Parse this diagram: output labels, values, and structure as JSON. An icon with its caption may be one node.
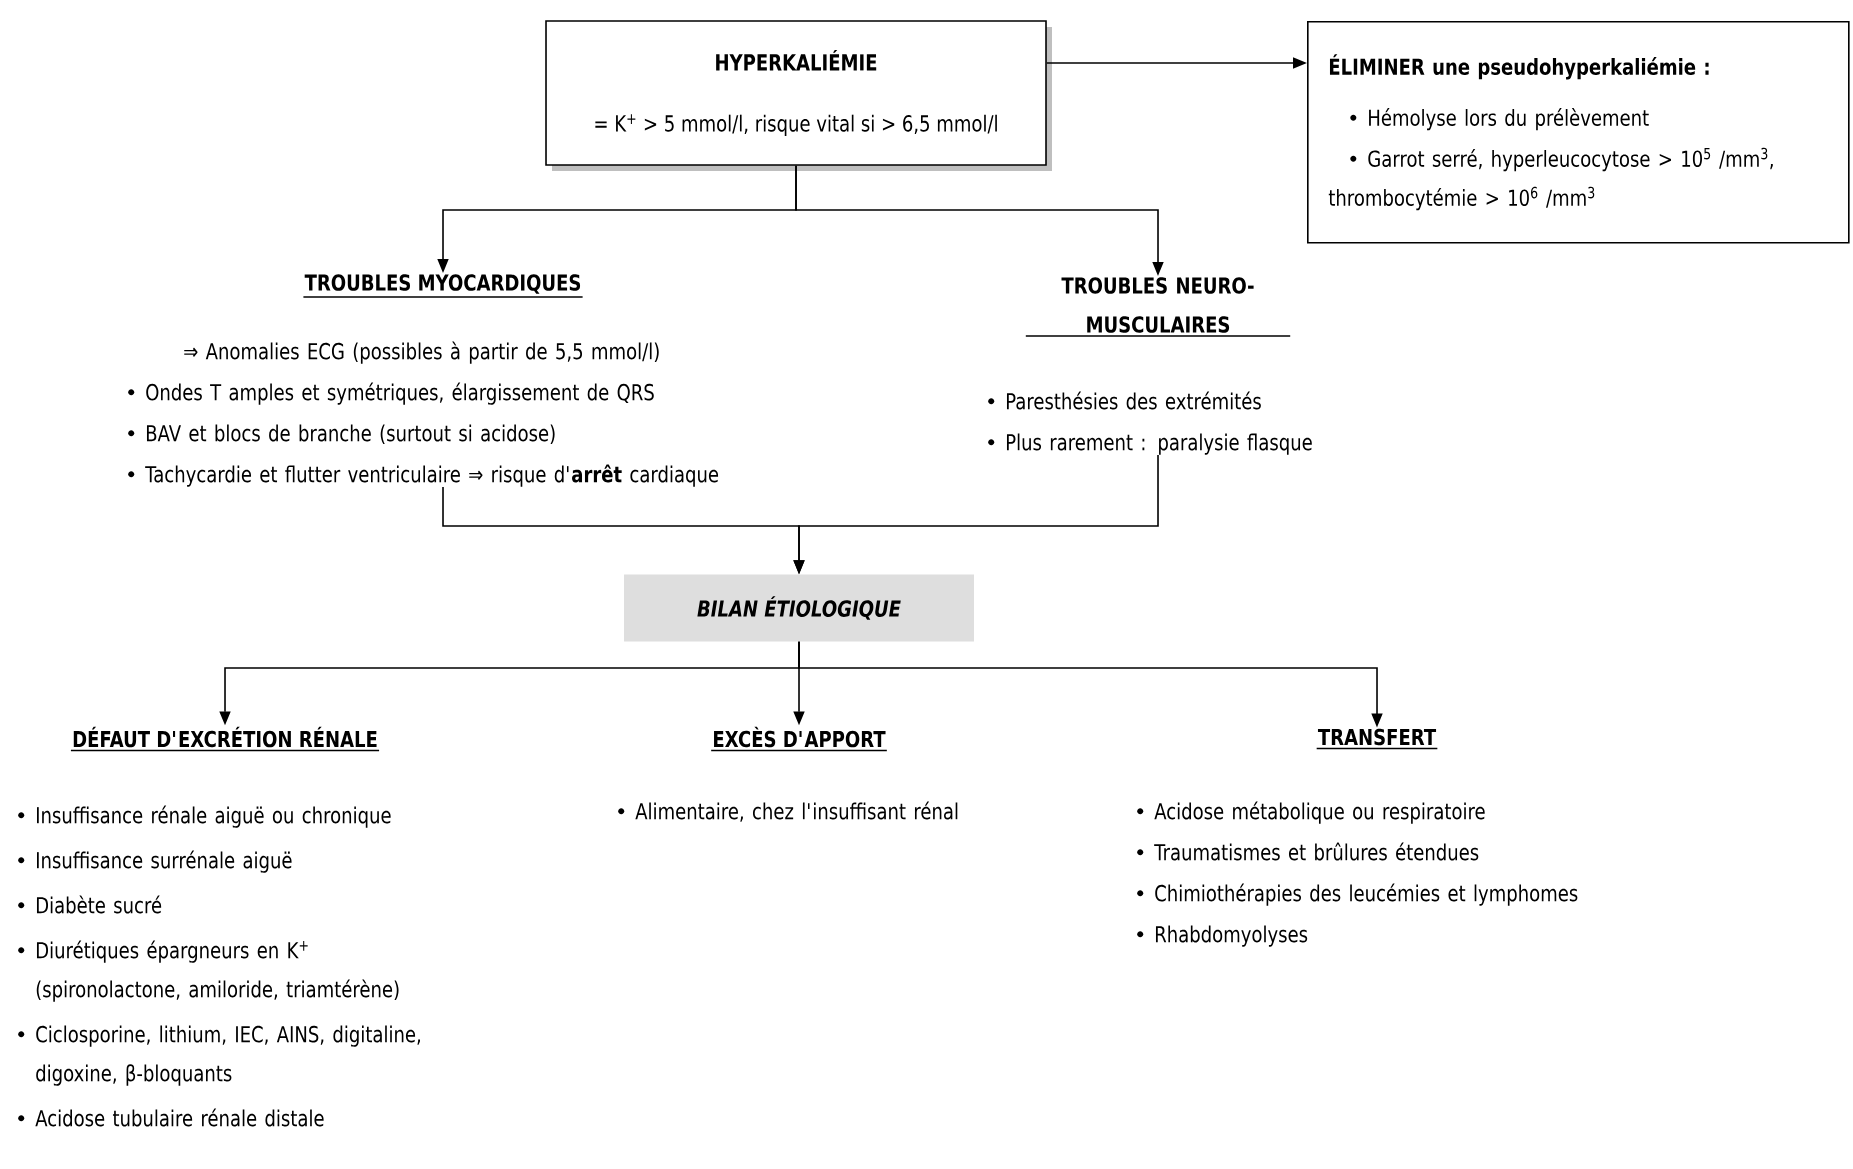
{
  "diagram": {
    "nodes": [
      {
        "text": [
          "HYPERKALIÉMIE",
          "= K$^{+}$ > 5 mmol/l, risque vital si > 6,5 mmol/l"
        ]
      },
      {
        "text": [
          "ÉLIMINER une pseudohyperkaliémie :",
          "Hémolyse lors du prélèvement",
          "Garrot serré, hyperleucocytose > 10$^{5}$ /mm$^{3}$, thrombocytémie > 10$^{6}$ /mm$^{3}$"
        ]
      },
      {
        "text": [
          "TROUBLES MYOCARDIQUES",
          "⇒ Anomalies ECG (possibles à partir de 5,5 mmol/l)",
          "Ondes T amples et symétriques, élargissement de QRS",
          "BAV et blocs de branche (surtout si acidose)",
          "Tachycardie et flutter ventriculaire ⇒ risque d'**arrêt** cardiaque"
        ]
      },
      {
        "text": [
          "TROUBLES NEURO-MUSCULAIRES",
          "Paresthésies des extrémités",
          "Plus rarement : paralysie flasque"
        ]
      },
      {
        "text": [
          "BILAN ÉTIOLOGIQUE"
        ]
      },
      {
        "text": [
          "DÉFAUT D'EXCRÉTION RÉNALE",
          "Insuffisance rénale aiguë ou chronique",
          "Insuffisance surrénale aiguë",
          "Diabète sucré",
          "Diurétiques épargneurs en K$^{+}$ (spironolactone, amiloride, triamtérène)",
          "Ciclosporine, lithium, IEC, AINS, digitaline, digoxine, β-bloquants",
          "Acidose tubulaire rénale distale"
        ]
      },
      {
        "text": [
          "EXCÈS D'APPORT",
          "Alimentaire, chez l'insuffisant rénal"
        ]
      },
      {
        "text": [
          "TRANSFERT",
          "Acidose métabolique ou respiratoire",
          "Traumatismes et brûlures étendues",
          "Chimiothérapies des leucémies et lymphomes",
          "Rhabdomyolyses"
        ]
      }
    ],
    "edges": [
      {
        "from": 0,
        "to": 1,
        "arrow": "to"
      },
      {
        "from": 0,
        "to": 2,
        "arrow": "to"
      },
      {
        "from": 0,
        "to": 3,
        "arrow": "to"
      },
      {
        "from": 2,
        "to": 4,
        "arrow": "to"
      },
      {
        "from": 3,
        "to": 4,
        "arrow": "to"
      },
      {
        "from": 4,
        "to": 5,
        "arrow": "to"
      },
      {
        "from": 4,
        "to": 6,
        "arrow": "to"
      },
      {
        "from": 4,
        "to": 7,
        "arrow": "to"
      }
    ]
  }
}
